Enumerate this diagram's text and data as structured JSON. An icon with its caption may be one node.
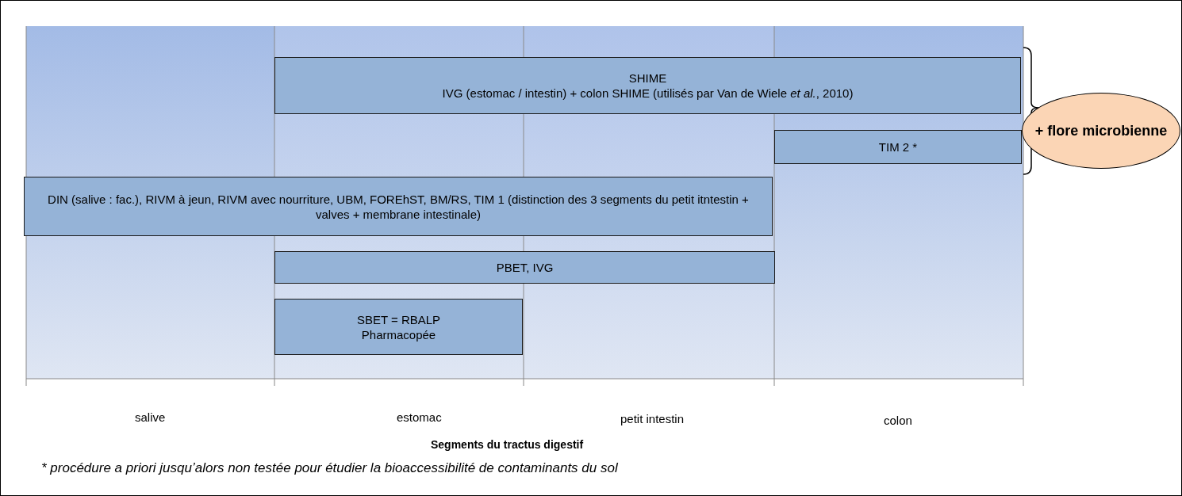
{
  "diagram": {
    "nodes": [
      {
        "text": [
          "SHIME",
          "IVG (estomac / intestin)  + colon SHIME  (utilisés par Van de Wiele *et al.*, 2010)"
        ]
      },
      {
        "text": [
          "+ flore microbienne"
        ]
      },
      {
        "text": [
          "TIM 2 *"
        ]
      },
      {
        "text": [
          "DIN (salive : fac.), RIVM à jeun, RIVM avec nourriture, UBM, FOREhST, BM/RS, TIM 1 (distinction des 3 segments du petit itntestin + valves + membrane intestinale)"
        ]
      },
      {
        "text": [
          "PBET, IVG"
        ]
      },
      {
        "text": [
          "SBET = RBALP",
          "Pharmacopée"
        ]
      }
    ],
    "labels": [
      "salive",
      "estomac",
      "petit intestin",
      "colon",
      "Segments du tractus digestif",
      "* procédure a priori jusqu’alors non testée pour étudier la bioaccessibilité de contaminants du sol"
    ]
  }
}
